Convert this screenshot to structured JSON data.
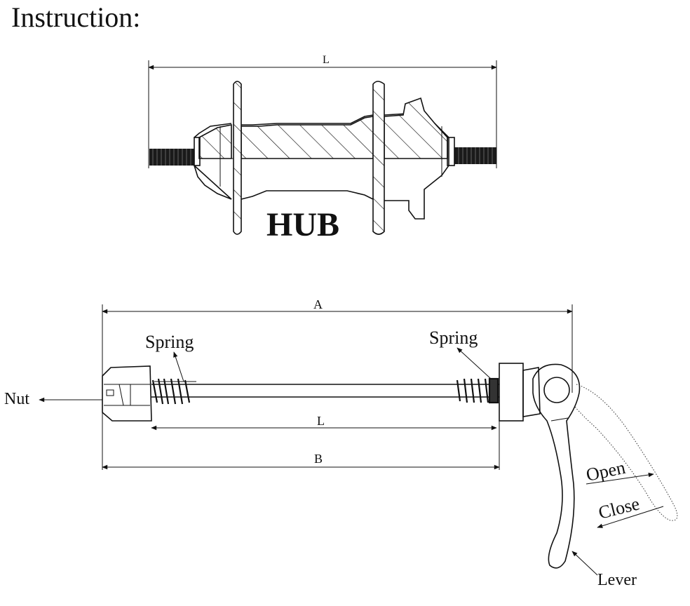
{
  "title": "Instruction:",
  "hub": {
    "label": "HUB",
    "dimension_label": "L"
  },
  "skewer": {
    "dimension_a": "A",
    "dimension_l": "L",
    "dimension_b": "B",
    "callouts": {
      "nut": "Nut",
      "spring_left": "Spring",
      "spring_right": "Spring",
      "open": "Open",
      "close": "Close",
      "lever": "Lever"
    }
  }
}
